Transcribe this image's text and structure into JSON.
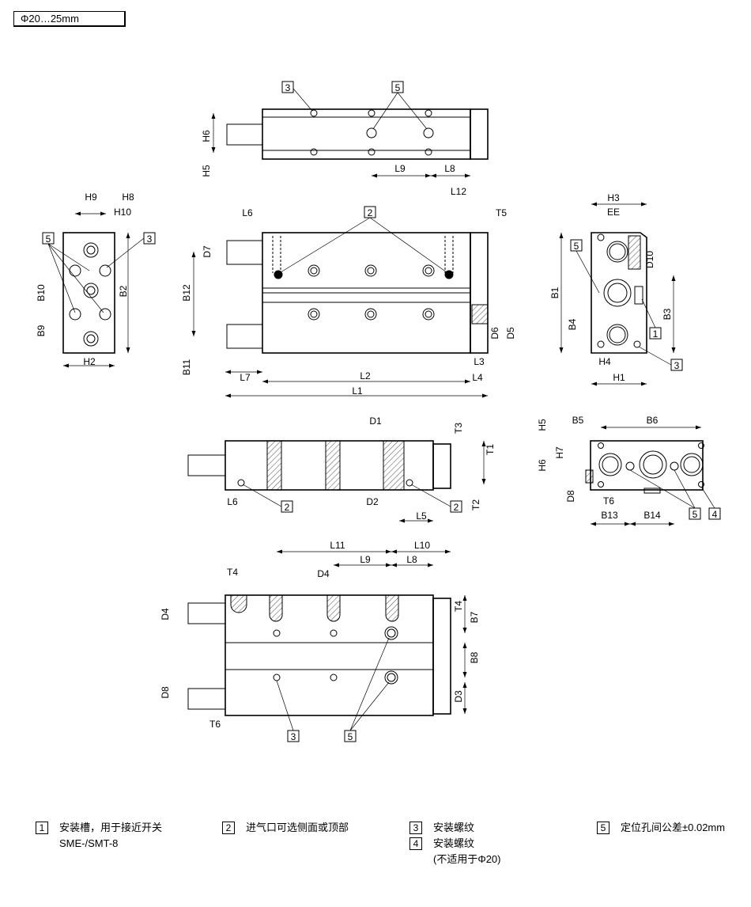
{
  "title": "Φ20…25mm",
  "callouts": [
    "1",
    "2",
    "3",
    "4",
    "5"
  ],
  "dimensions": {
    "top_view": [
      "H6",
      "H5",
      "L9",
      "L8"
    ],
    "front_view": [
      "L6",
      "D7",
      "B12",
      "B11",
      "L7",
      "L2",
      "L1",
      "L12",
      "T5",
      "D6",
      "D5",
      "L3",
      "L4"
    ],
    "left_view": [
      "H9",
      "H8",
      "H10",
      "B10",
      "B9",
      "B2",
      "H2"
    ],
    "right_view": [
      "H3",
      "EE",
      "D10",
      "B1",
      "B3",
      "B4",
      "H4",
      "H1"
    ],
    "section_view": [
      "D1",
      "T3",
      "T1",
      "T2",
      "L6",
      "D2",
      "L5"
    ],
    "end_view": [
      "H5",
      "B5",
      "B6",
      "H7",
      "H6",
      "D8",
      "T6",
      "B13",
      "B14"
    ],
    "bottom_view": [
      "L11",
      "L10",
      "L9",
      "L8",
      "D4",
      "T4",
      "T4",
      "D4",
      "B7",
      "B8",
      "D8",
      "D3",
      "T6"
    ]
  },
  "legend": [
    {
      "num": "1",
      "lines": [
        "安装槽，用于接近开关",
        "SME-/SMT-8"
      ]
    },
    {
      "num": "2",
      "lines": [
        "进气口可选侧面或顶部"
      ]
    },
    {
      "num": "3",
      "lines": [
        "安装螺纹"
      ]
    },
    {
      "num": "4",
      "lines": [
        "安装螺纹",
        "(不适用于Φ20)"
      ]
    },
    {
      "num": "5",
      "lines": [
        "定位孔间公差±0.02mm"
      ]
    }
  ]
}
